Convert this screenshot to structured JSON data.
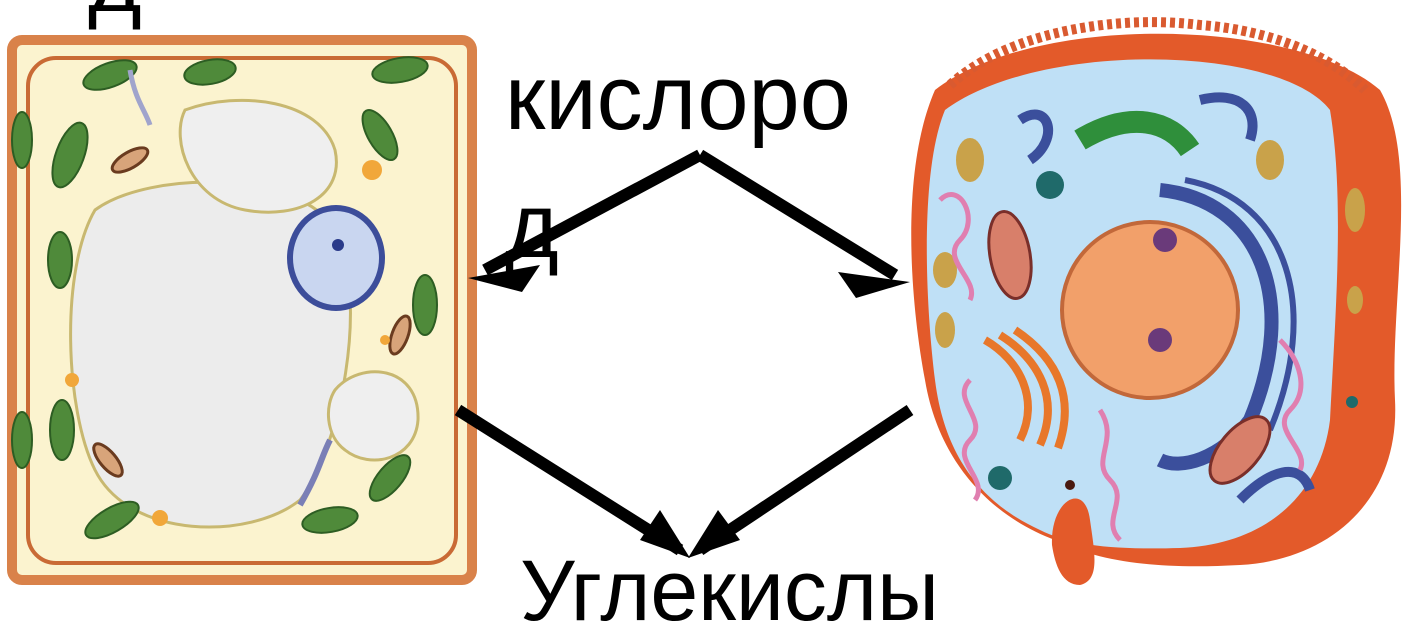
{
  "labels": {
    "oxygen_line1": "кислоро",
    "oxygen_line2": "д",
    "carbon_dioxide": "Углекислы",
    "top_fragment": "д"
  },
  "colors": {
    "text": "#000000",
    "arrows": "#000000",
    "plant_cell_wall": "#d9824a",
    "plant_cytoplasm": "#fbf3cf",
    "vacuole": "#f0f0f0",
    "chloroplast": "#4f8a3a",
    "animal_membrane": "#e35a2a",
    "animal_cytoplasm": "#bfe0f6",
    "nucleus": "#f2a06a",
    "er": "#3b4f9c",
    "golgi": "#2f8f3b"
  },
  "icons": [
    "plant-cell-illustration",
    "animal-cell-illustration"
  ]
}
